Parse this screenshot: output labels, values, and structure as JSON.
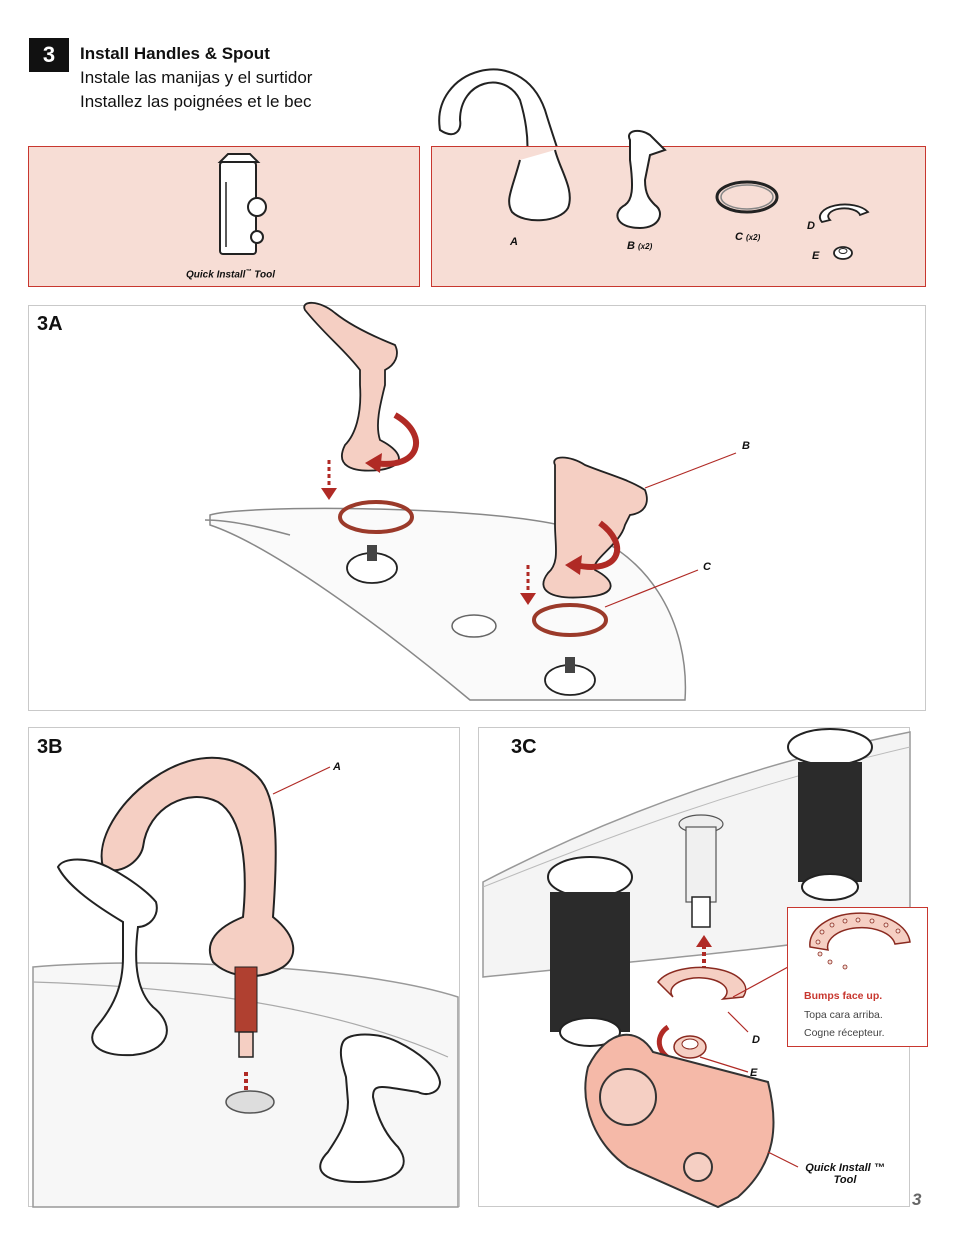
{
  "step": {
    "number": "3",
    "title_en": "Install Handles & Spout",
    "title_es": "Instale las manijas y el surtidor",
    "title_fr": "Installez las poignées et le bec"
  },
  "tools_panel": {
    "tool_label": "Quick Install",
    "tool_tm": "™",
    "tool_suffix": " Tool"
  },
  "parts_panel": {
    "parts": [
      {
        "letter": "A",
        "qty": ""
      },
      {
        "letter": "B",
        "qty": "(x2)"
      },
      {
        "letter": "C",
        "qty": "(x2)"
      },
      {
        "letter": "D",
        "qty": ""
      },
      {
        "letter": "E",
        "qty": ""
      }
    ]
  },
  "panel_3a": {
    "label": "3A",
    "callouts": [
      "B",
      "C"
    ]
  },
  "panel_3b": {
    "label": "3B",
    "callouts": [
      "A"
    ]
  },
  "panel_3c": {
    "label": "3C",
    "callouts": [
      "D",
      "E"
    ],
    "tool_label_line1": "Quick Install ™",
    "tool_label_line2": "Tool",
    "note": {
      "title": "Bumps face up.",
      "es": "Topa cara arriba.",
      "fr": "Cogne récepteur."
    }
  },
  "page_number": "3",
  "colors": {
    "accent_red": "#c8372f",
    "highlight_pink": "#f7ddd5",
    "part_pink": "#f5cfc3"
  }
}
